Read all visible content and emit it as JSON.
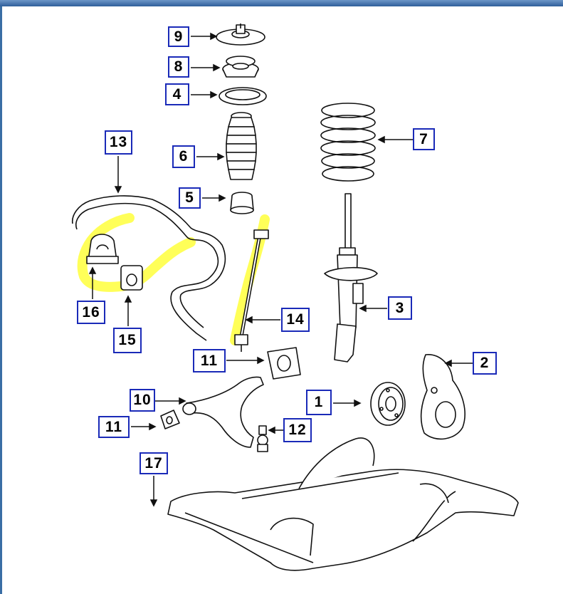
{
  "window": {
    "title_bar_color": "#3a6ea5",
    "highlight_color": "#ffff3c",
    "callout_border_color": "#1a2ab8"
  },
  "callouts": {
    "c1": "1",
    "c2": "2",
    "c3": "3",
    "c4": "4",
    "c5": "5",
    "c6": "6",
    "c7": "7",
    "c8": "8",
    "c9": "9",
    "c10": "10",
    "c11a": "11",
    "c11b": "11",
    "c12": "12",
    "c13": "13",
    "c14": "14",
    "c15": "15",
    "c16": "16",
    "c17": "17"
  },
  "parts": [
    {
      "id": "1",
      "name": "hub-bearing"
    },
    {
      "id": "2",
      "name": "steering-knuckle"
    },
    {
      "id": "3",
      "name": "strut"
    },
    {
      "id": "4",
      "name": "spring-seat"
    },
    {
      "id": "5",
      "name": "bump-stop"
    },
    {
      "id": "6",
      "name": "dust-boot"
    },
    {
      "id": "7",
      "name": "coil-spring"
    },
    {
      "id": "8",
      "name": "strut-bearing"
    },
    {
      "id": "9",
      "name": "upper-mount"
    },
    {
      "id": "10",
      "name": "lower-control-arm"
    },
    {
      "id": "11",
      "name": "bushing"
    },
    {
      "id": "12",
      "name": "ball-joint"
    },
    {
      "id": "13",
      "name": "stabilizer-bar"
    },
    {
      "id": "14",
      "name": "stabilizer-link"
    },
    {
      "id": "15",
      "name": "stabilizer-bushing"
    },
    {
      "id": "16",
      "name": "bushing-bracket"
    },
    {
      "id": "17",
      "name": "crossmember"
    }
  ]
}
